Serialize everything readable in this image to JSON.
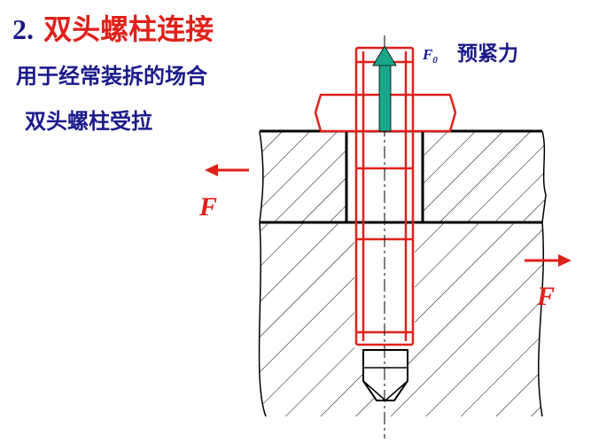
{
  "title": {
    "number": "2.",
    "text": "双头螺柱连接"
  },
  "notes": [
    "用于经常装拆的场合",
    "双头螺柱受拉"
  ],
  "labels": {
    "preload_symbol": "F",
    "preload_subscript": "0",
    "preload_text": "预紧力",
    "force_left": "F",
    "force_right": "F"
  },
  "colors": {
    "title_text": "#e0201a",
    "body_text": "#1a1a8c",
    "bolt_outline": "#e0201a",
    "preload_arrow": "#1aa68a",
    "force_arrow": "#e0201a",
    "hatch": "#000000"
  }
}
